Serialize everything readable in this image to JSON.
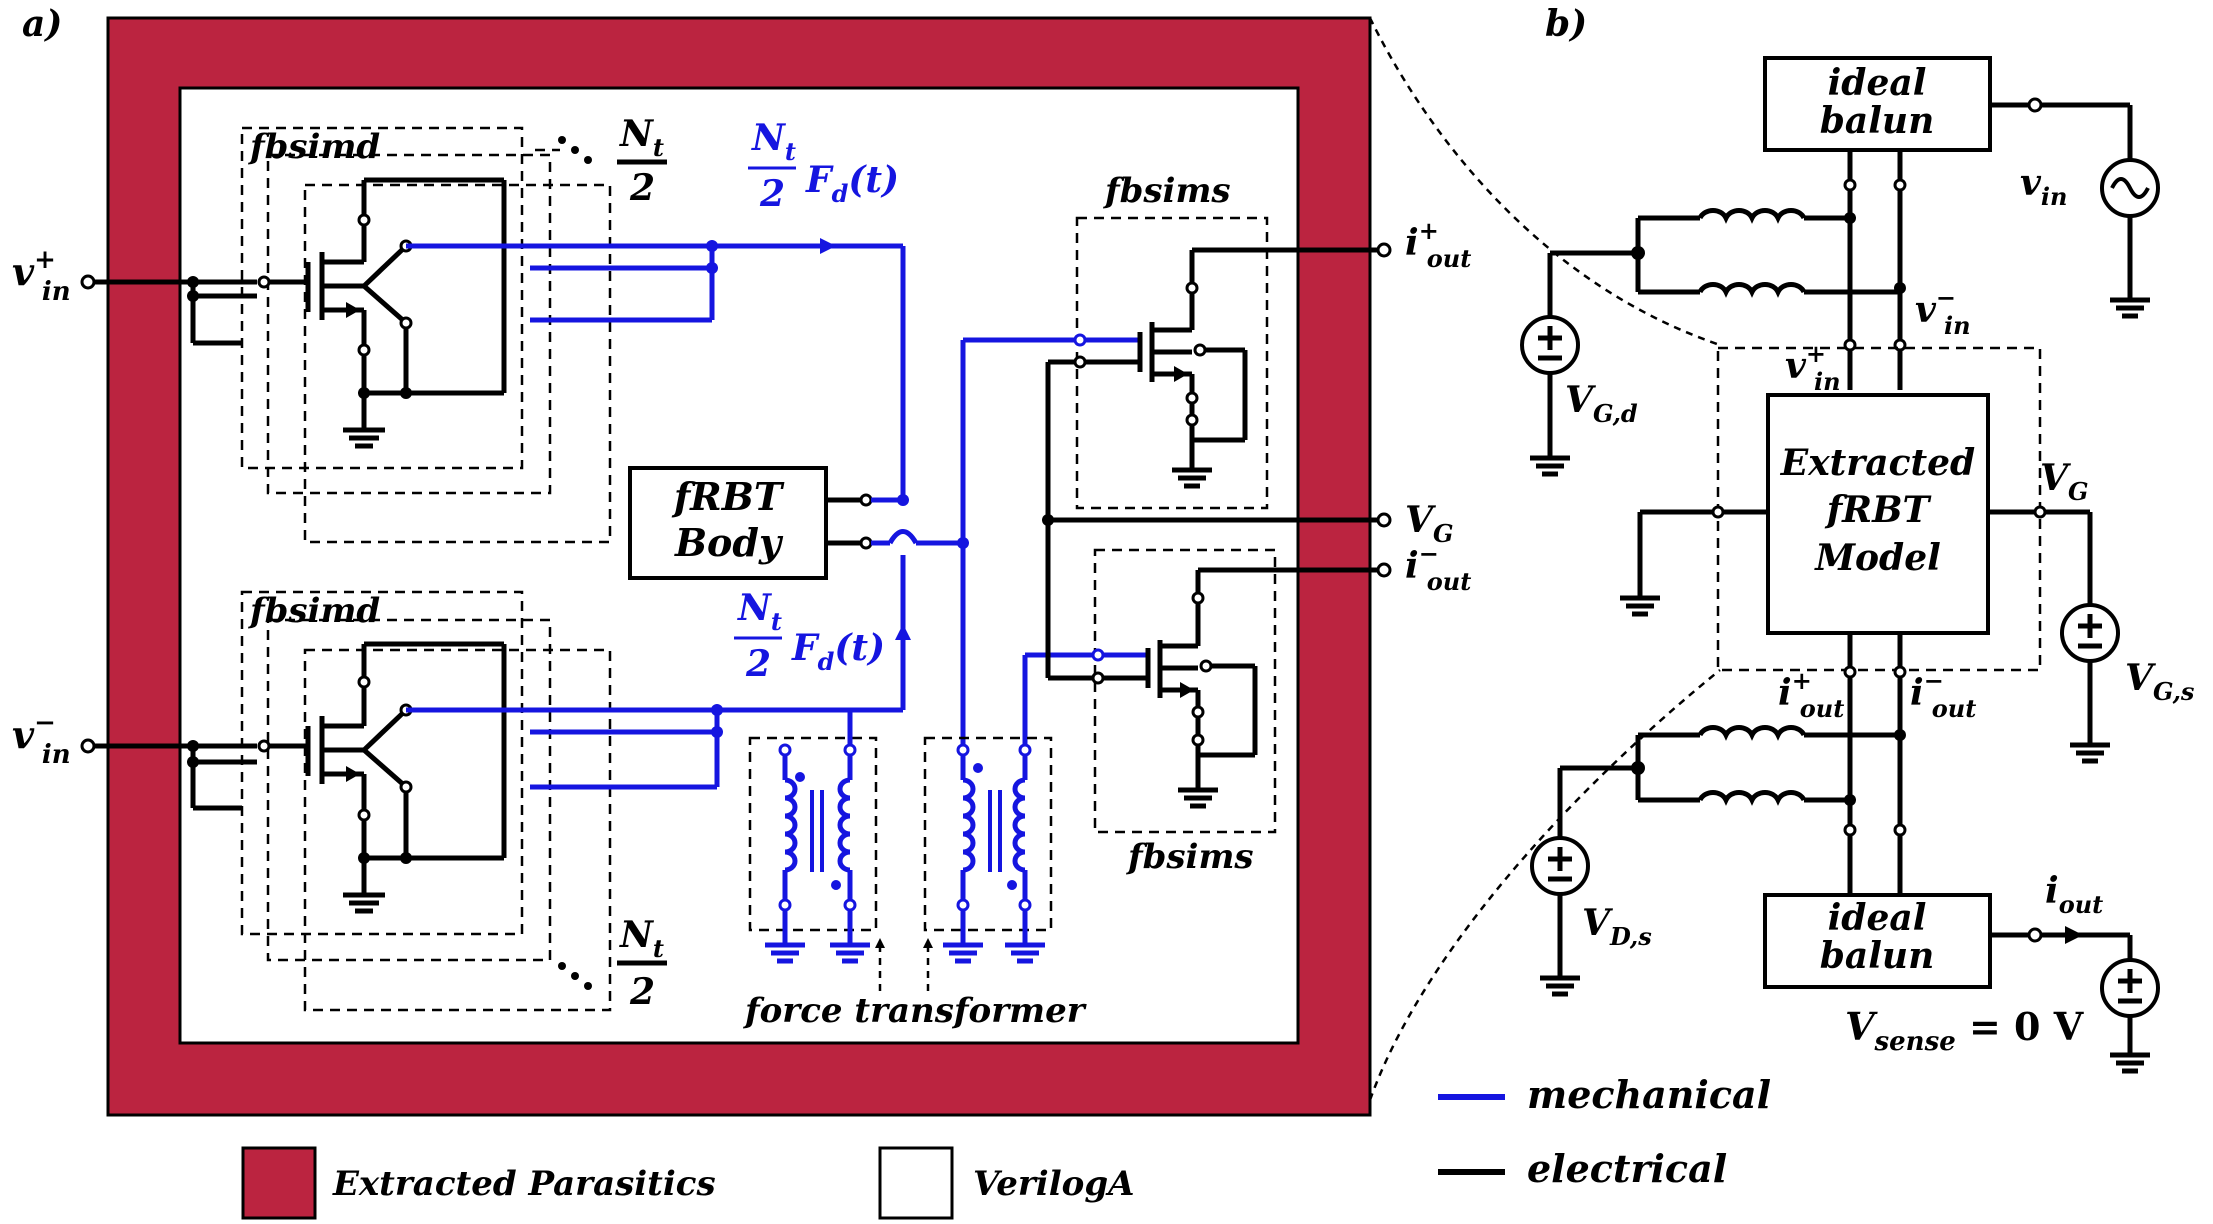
{
  "panels": {
    "a_label": "a)",
    "b_label": "b)"
  },
  "panel_a": {
    "vin_plus": "v",
    "vin_plus_sup": "+",
    "vin_plus_sub": "in",
    "vin_minus": "v",
    "vin_minus_sup": "−",
    "vin_minus_sub": "in",
    "fbsimd_top": "fbsimd",
    "fbsimd_bottom": "fbsimd",
    "nt_over_2_top": {
      "num": "N",
      "num_sub": "t",
      "den": "2"
    },
    "nt_over_2_bottom": {
      "num": "N",
      "num_sub": "t",
      "den": "2"
    },
    "force_top": {
      "num": "N",
      "num_sub": "t",
      "den": "2",
      "func": "F",
      "func_sub": "d",
      "arg": "(t)"
    },
    "force_bottom": {
      "num": "N",
      "num_sub": "t",
      "den": "2",
      "func": "F",
      "func_sub": "d",
      "arg": "(t)"
    },
    "frbt_body_line1": "fRBT",
    "frbt_body_line2": "Body",
    "fbsims_top": "fbsims",
    "fbsims_bottom": "fbsims",
    "iout_plus": "i",
    "iout_plus_sup": "+",
    "iout_plus_sub": "out",
    "iout_minus": "i",
    "iout_minus_sup": "−",
    "iout_minus_sub": "out",
    "vg": "V",
    "vg_sub": "G",
    "force_transformer": "force transformer"
  },
  "panel_b": {
    "balun_top_line1": "ideal",
    "balun_top_line2": "balun",
    "balun_bottom_line1": "ideal",
    "balun_bottom_line2": "balun",
    "vin": "v",
    "vin_sub": "in",
    "vin_minus": "v",
    "vin_minus_sup": "−",
    "vin_minus_sub": "in",
    "vin_plus": "v",
    "vin_plus_sup": "+",
    "vin_plus_sub": "in",
    "vgd": "V",
    "vgd_sub": "G,d",
    "model_line1": "Extracted",
    "model_line2": "fRBT",
    "model_line3": "Model",
    "vg": "V",
    "vg_sub": "G",
    "vgs": "V",
    "vgs_sub": "G,s",
    "iout_plus": "i",
    "iout_plus_sup": "+",
    "iout_plus_sub": "out",
    "iout_minus": "i",
    "iout_minus_sup": "−",
    "iout_minus_sub": "out",
    "vds": "V",
    "vds_sub": "D,s",
    "iout": "i",
    "iout_sub": "out",
    "vsense": "V",
    "vsense_sub": "sense",
    "vsense_value": " = 0 V"
  },
  "legend": {
    "mechanical": "mechanical",
    "electrical": "electrical",
    "extracted_parasitics": "Extracted Parasitics",
    "veriloga": "VerilogA"
  },
  "colors": {
    "parasitics": "#bb2440",
    "mechanical": "#1515e0",
    "electrical": "#000000"
  }
}
